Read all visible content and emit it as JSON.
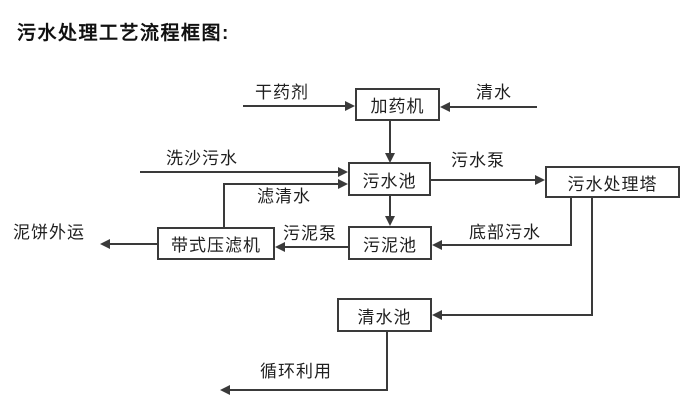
{
  "title": "污水处理工艺流程框图:",
  "nodes": {
    "dosing_machine": "加药机",
    "sewage_pool": "污水池",
    "sewage_treatment_tower": "污水处理塔",
    "belt_filter_press": "带式压滤机",
    "sludge_pool": "污泥池",
    "clean_water_pool": "清水池"
  },
  "edge_labels": {
    "dry_chemical": "干药剂",
    "clean_water": "清水",
    "sand_washing_sewage": "洗沙污水",
    "sewage_pump": "污水泵",
    "filtered_water": "滤清水",
    "sludge_pump": "污泥泵",
    "bottom_sewage": "底部污水",
    "mud_cake_outbound": "泥饼外运",
    "recycling": "循环利用"
  },
  "edges": [
    {
      "from": "dry_chemical_input",
      "to": "dosing_machine",
      "label": "干药剂"
    },
    {
      "from": "clean_water_input",
      "to": "dosing_machine",
      "label": "清水"
    },
    {
      "from": "dosing_machine",
      "to": "sewage_pool",
      "label": ""
    },
    {
      "from": "sand_washing_sewage_input",
      "to": "sewage_pool",
      "label": "洗沙污水"
    },
    {
      "from": "belt_filter_press",
      "to": "sewage_pool",
      "label": "滤清水"
    },
    {
      "from": "sewage_pool",
      "to": "sewage_treatment_tower",
      "label": "污水泵"
    },
    {
      "from": "sewage_pool",
      "to": "sludge_pool",
      "label": ""
    },
    {
      "from": "sewage_treatment_tower",
      "to": "sludge_pool",
      "label": "底部污水"
    },
    {
      "from": "sludge_pool",
      "to": "belt_filter_press",
      "label": "污泥泵"
    },
    {
      "from": "belt_filter_press",
      "to": "outside",
      "label": "泥饼外运"
    },
    {
      "from": "sewage_treatment_tower",
      "to": "clean_water_pool",
      "label": ""
    },
    {
      "from": "clean_water_pool",
      "to": "reuse",
      "label": "循环利用"
    }
  ],
  "colors": {
    "ink": "#1f1f1f",
    "line": "#3a3a3a",
    "background": "#ffffff"
  }
}
